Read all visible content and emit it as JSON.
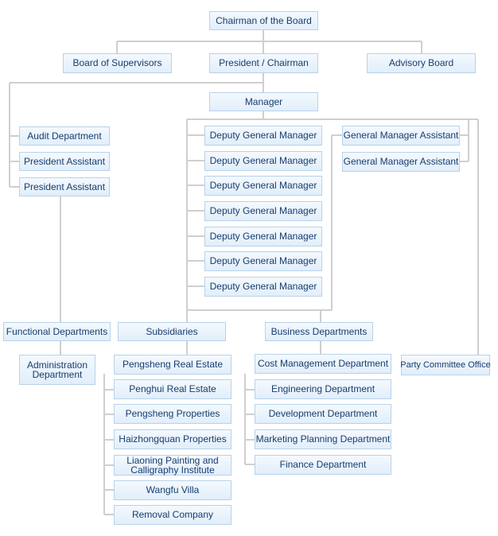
{
  "chart": {
    "chairman": "Chairman of the Board",
    "supervisors": "Board of Supervisors",
    "president": "President  / Chairman",
    "advisory": "Advisory Board",
    "manager": "Manager",
    "audit": "Audit Department",
    "president_assistant_1": "President Assistant",
    "president_assistant_2": "President Assistant",
    "deputy_gm": [
      "Deputy General Manager",
      "Deputy General Manager",
      "Deputy General Manager",
      "Deputy General Manager",
      "Deputy General Manager",
      "Deputy General Manager",
      "Deputy General Manager"
    ],
    "gm_assistant": [
      "General Manager Assistant",
      "General Manager Assistant"
    ],
    "functional": "Functional Departments",
    "administration": "Administration Department",
    "subsidiaries_title": "Subsidiaries",
    "subsidiaries": [
      "Pengsheng Real Estate",
      "Penghui Real Estate",
      "Pengsheng Properties",
      "Haizhongquan Properties",
      "Liaoning Painting and Calligraphy Institute",
      "Wangfu Villa",
      "Removal Company"
    ],
    "business_title": "Business Departments",
    "business": [
      "Cost Management Department",
      "Engineering Department",
      "Development Department",
      "Marketing Planning Department",
      "Finance Department"
    ],
    "party": "Party Committee Office"
  },
  "colors": {
    "box_border": "#b8d2ea",
    "box_top": "#f4f9fe",
    "box_bottom": "#e1eefa",
    "text": "#173d6e",
    "line": "#cfcfcf"
  }
}
